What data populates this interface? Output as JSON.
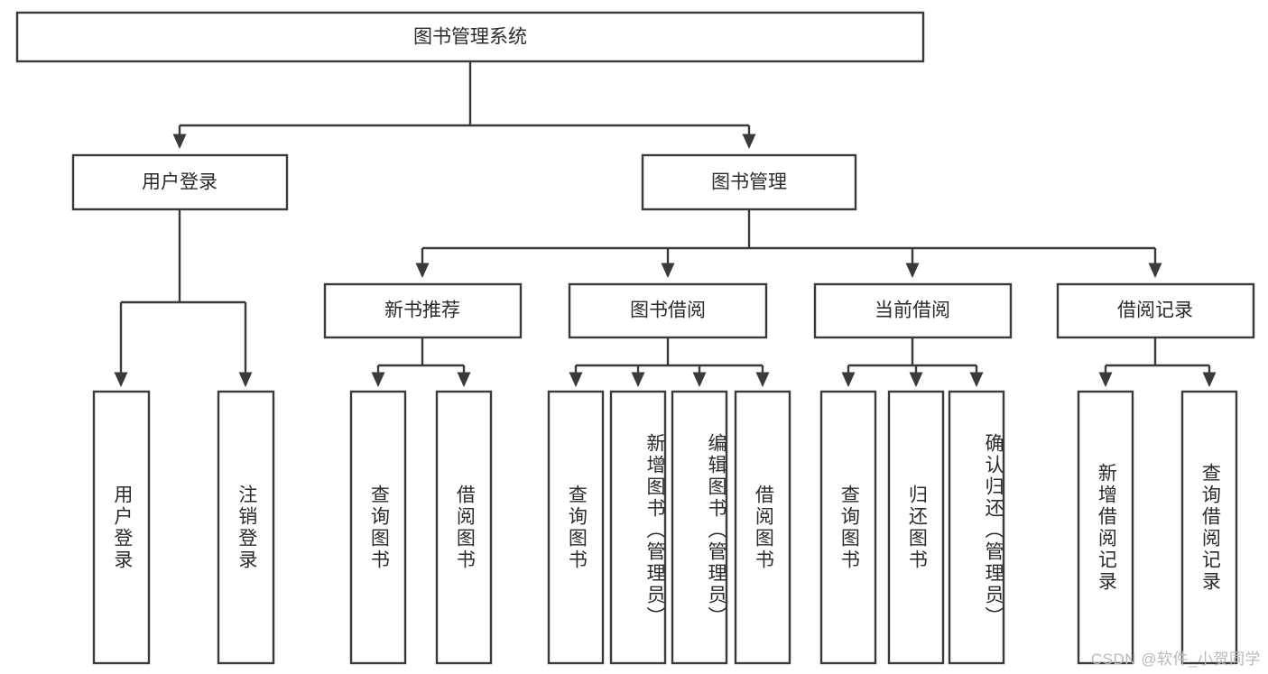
{
  "diagram": {
    "title": "图书管理系统",
    "type": "tree",
    "root": {
      "id": "root",
      "label": "图书管理系统",
      "orientation": "horizontal"
    },
    "level2": [
      {
        "id": "user-login",
        "label": "用户登录",
        "orientation": "horizontal"
      },
      {
        "id": "book-manage",
        "label": "图书管理",
        "orientation": "horizontal"
      }
    ],
    "level3": [
      {
        "id": "new-book-recommend",
        "label": "新书推荐",
        "parent": "book-manage",
        "orientation": "horizontal"
      },
      {
        "id": "book-borrow",
        "label": "图书借阅",
        "parent": "book-manage",
        "orientation": "horizontal"
      },
      {
        "id": "current-borrow",
        "label": "当前借阅",
        "parent": "book-manage",
        "orientation": "horizontal"
      },
      {
        "id": "borrow-record",
        "label": "借阅记录",
        "parent": "book-manage",
        "orientation": "horizontal"
      }
    ],
    "leaves": [
      {
        "id": "leaf-user-login",
        "label": "用户登录",
        "parent": "user-login",
        "orientation": "vertical"
      },
      {
        "id": "leaf-user-logout",
        "label": "注销登录",
        "parent": "user-login",
        "orientation": "vertical"
      },
      {
        "id": "leaf-query-book-1",
        "label": "查询图书",
        "parent": "new-book-recommend",
        "orientation": "vertical"
      },
      {
        "id": "leaf-borrow-book-1",
        "label": "借阅图书",
        "parent": "new-book-recommend",
        "orientation": "vertical"
      },
      {
        "id": "leaf-query-book-2",
        "label": "查询图书",
        "parent": "book-borrow",
        "orientation": "vertical"
      },
      {
        "id": "leaf-add-book",
        "label": "新增图书（管理员）",
        "parent": "book-borrow",
        "orientation": "vertical"
      },
      {
        "id": "leaf-edit-book",
        "label": "编辑图书（管理员）",
        "parent": "book-borrow",
        "orientation": "vertical"
      },
      {
        "id": "leaf-borrow-book-2",
        "label": "借阅图书",
        "parent": "book-borrow",
        "orientation": "vertical"
      },
      {
        "id": "leaf-query-book-3",
        "label": "查询图书",
        "parent": "current-borrow",
        "orientation": "vertical"
      },
      {
        "id": "leaf-return-book",
        "label": "归还图书",
        "parent": "current-borrow",
        "orientation": "vertical"
      },
      {
        "id": "leaf-confirm-return",
        "label": "确认归还（管理员）",
        "parent": "current-borrow",
        "orientation": "vertical"
      },
      {
        "id": "leaf-add-record",
        "label": "新增借阅记录",
        "parent": "borrow-record",
        "orientation": "vertical"
      },
      {
        "id": "leaf-query-record",
        "label": "查询借阅记录",
        "parent": "borrow-record",
        "orientation": "vertical"
      }
    ],
    "colors": {
      "stroke": "#3a3a3a",
      "fill": "#ffffff",
      "text": "#2b2b2b",
      "background": "#ffffff",
      "watermark": "#b9b9b9"
    }
  },
  "watermark": {
    "text": "CSDN @软件_小贺同学"
  }
}
